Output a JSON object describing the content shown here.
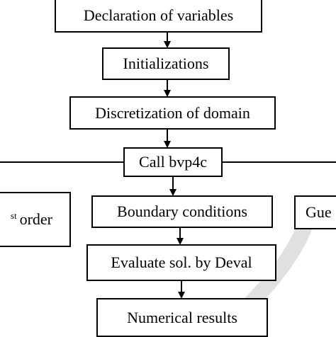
{
  "flowchart": {
    "steps": [
      "Declaration of variables",
      "Initializations",
      "Discretization of domain",
      "Call bvp4c",
      "Boundary conditions",
      "Evaluate sol. by Deval",
      "Numerical results"
    ],
    "left_partial_box": {
      "superscript": "st",
      "text": "order"
    },
    "right_partial_box": {
      "text": "Gue"
    }
  },
  "colors": {
    "stroke": "#000000",
    "background": "#ffffff",
    "watermark": "#e0e0e0"
  }
}
